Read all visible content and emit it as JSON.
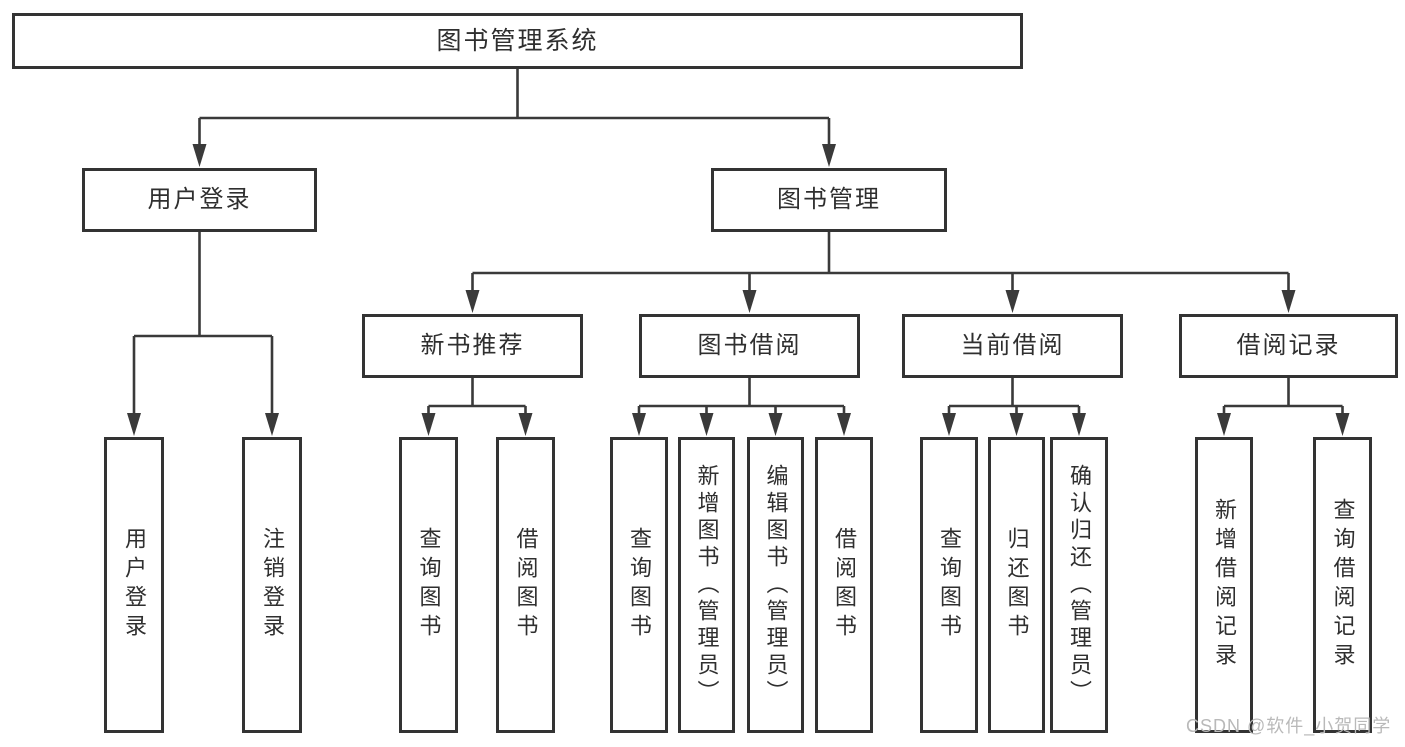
{
  "diagram": {
    "root": {
      "label": "图书管理系统"
    },
    "branches": [
      {
        "label": "用户登录",
        "children": [
          {
            "label": "用户登录"
          },
          {
            "label": "注销登录"
          }
        ]
      },
      {
        "label": "图书管理",
        "children": [
          {
            "label": "新书推荐",
            "children": [
              {
                "label": "查询图书"
              },
              {
                "label": "借阅图书"
              }
            ]
          },
          {
            "label": "图书借阅",
            "children": [
              {
                "label": "查询图书"
              },
              {
                "label": "新增图书（管理员）"
              },
              {
                "label": "编辑图书（管理员）"
              },
              {
                "label": "借阅图书"
              }
            ]
          },
          {
            "label": "当前借阅",
            "children": [
              {
                "label": "查询图书"
              },
              {
                "label": "归还图书"
              },
              {
                "label": "确认归还（管理员）"
              }
            ]
          },
          {
            "label": "借阅记录",
            "children": [
              {
                "label": "新增借阅记录"
              },
              {
                "label": "查询借阅记录"
              }
            ]
          }
        ]
      }
    ]
  },
  "watermark": {
    "text": "CSDN @软件_小贺同学",
    "color": "#b9b9b9"
  },
  "colors": {
    "line": "#3a3a3a",
    "border": "#333333",
    "text": "#2f2f2f",
    "background": "#ffffff"
  }
}
